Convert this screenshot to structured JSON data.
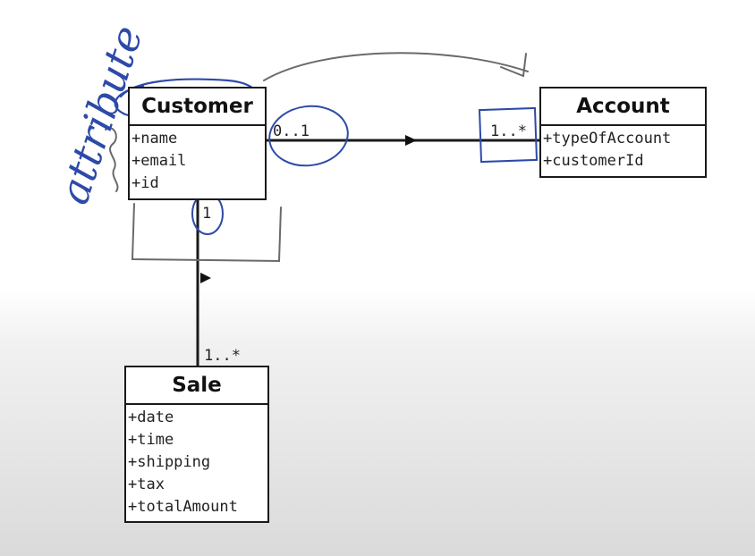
{
  "diagram": {
    "classes": [
      {
        "id": "customer",
        "title": "Customer",
        "attributes": [
          "+name",
          "+email",
          "+id"
        ]
      },
      {
        "id": "account",
        "title": "Account",
        "attributes": [
          "+typeOfAccount",
          "+customerId"
        ]
      },
      {
        "id": "sale",
        "title": "Sale",
        "attributes": [
          "+date",
          "+time",
          "+shipping",
          "+tax",
          "+totalAmount"
        ]
      }
    ],
    "associations": [
      {
        "from": "customer",
        "to": "account",
        "from_multiplicity": "0..1",
        "to_multiplicity": "1..*"
      },
      {
        "from": "customer",
        "to": "sale",
        "from_multiplicity": "1",
        "to_multiplicity": "1..*"
      }
    ],
    "annotation": "attribute",
    "colors": {
      "line": "#1a1a1a",
      "handwriting": "#2d4aa8",
      "arrow": "#111111"
    }
  }
}
